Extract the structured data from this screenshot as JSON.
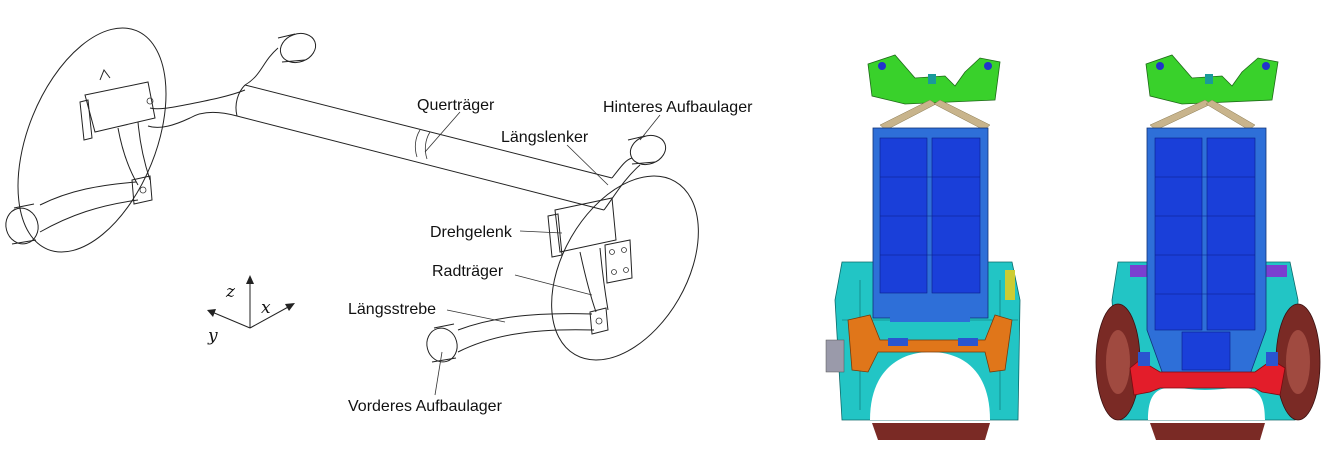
{
  "labels": {
    "quertraeger": "Querträger",
    "hinteres_aufbaulager": "Hinteres Aufbaulager",
    "laengslenker": "Längslenker",
    "drehgelenk": "Drehgelenk",
    "radtraeger": "Radträger",
    "laengsstrebe": "Längsstrebe",
    "vorderes_aufbaulager": "Vorderes Aufbaulager"
  },
  "axes": {
    "z": "z",
    "x": "x",
    "y": "y"
  },
  "colors": {
    "subframe_green": "#39d12b",
    "battery_blue": "#1a3fd9",
    "battery_frame": "#2e6fd8",
    "body_cyan": "#22c5c5",
    "axle_orange": "#e0761a",
    "axle_red": "#e31d2a",
    "wheel_brown": "#7a2a25",
    "strut_tan": "#c8b48c"
  }
}
